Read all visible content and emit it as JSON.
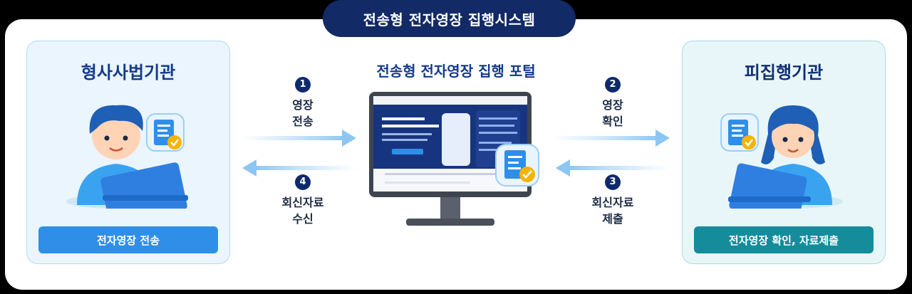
{
  "title": "전송형 전자영장 집행시스템",
  "left_panel": {
    "title": "형사사법기관",
    "button": "전자영장 전송"
  },
  "right_panel": {
    "title": "피집행기관",
    "button": "전자영장 확인, 자료제출"
  },
  "portal": {
    "title": "전송형 전자영장 집행 포털"
  },
  "steps": [
    {
      "num": "1",
      "line1": "영장",
      "line2": "전송"
    },
    {
      "num": "2",
      "line1": "영장",
      "line2": "확인"
    },
    {
      "num": "3",
      "line1": "회신자료",
      "line2": "제출"
    },
    {
      "num": "4",
      "line1": "회신자료",
      "line2": "수신"
    }
  ],
  "colors": {
    "navy": "#122a66",
    "blue": "#2f8fe8",
    "teal": "#148c9c",
    "arrow": "#a9d4f5"
  }
}
